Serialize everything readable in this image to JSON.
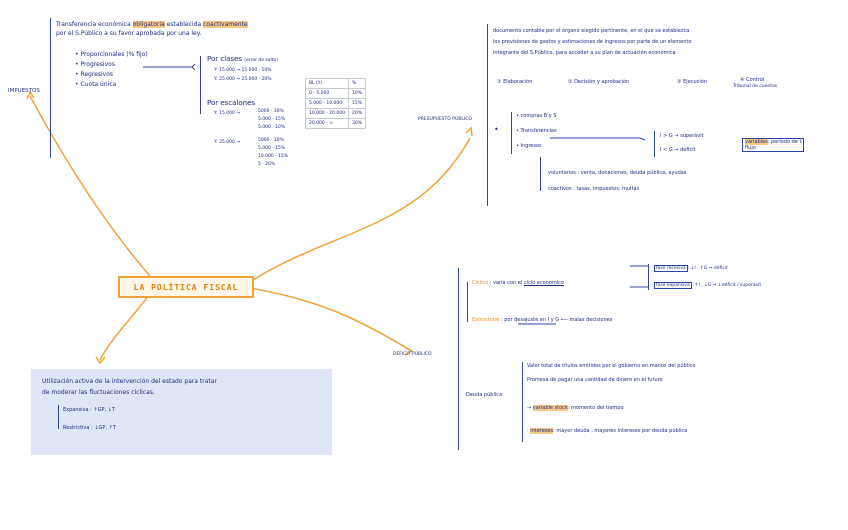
{
  "center": "LA POLÍTICA FISCAL",
  "impuestos": {
    "label": "IMPUESTOS",
    "definition_1": "Transferencia económica",
    "definition_2": "obligatoria",
    "definition_3": "establecida",
    "definition_4": "coactivamente",
    "definition_line2": "por el S.Público a su favor aprobada por una ley.",
    "types": [
      "Proporcionales (% fijo)",
      "Progresivos",
      "Regresivos",
      "Cuota única"
    ],
    "por_clases_title": "Por clases",
    "por_clases_note": "(error de salto)",
    "por_clases_rows": [
      "Y: 15.000 → 15.000 · 10%",
      "Y: 25.000 → 25.000 · 20%"
    ],
    "por_escalones_title": "Por escalones",
    "esc1_label": "Y: 15.000 →",
    "esc1_rows": [
      "5000 · 10%",
      "5.000 · 15%",
      "5.000 · 10%"
    ],
    "esc2_label": "Y: 25.000 →",
    "esc2_rows": [
      "5000 · 10%",
      "5.000 · 15%",
      "10.000 · 15%",
      "5 · 20%"
    ],
    "table_header": [
      "BL (Y)",
      "%"
    ],
    "table_rows": [
      [
        "0 - 5.000",
        "10%"
      ],
      [
        "5.000 - 10.000",
        "15%"
      ],
      [
        "10.000 - 20.000",
        "20%"
      ],
      [
        "20.000 - ∞",
        "30%"
      ]
    ]
  },
  "presupuesto": {
    "label": "PRESUPUESTO PÚBLICO",
    "line1": "documento contable por el órgano elegido pertinente, en el que se establezca",
    "line2": "los previsiones de gastos y estimaciones de ingresos por parte de un elemento",
    "line3": "integrante del S.Público, para acceder a su plan de actuación económica",
    "phases": [
      "① Elaboración",
      "② Decisión y aprobación",
      "③ Ejecución",
      "④ Control"
    ],
    "phase4_sub": "Tribunal de cuentas",
    "items": [
      "compras B y S",
      "Transferencias",
      "Ingresos"
    ],
    "ig_rows": [
      "I > G → superávit",
      "I < G → déficit"
    ],
    "variables_label": "variables",
    "variables_text": ": periodo de t",
    "flujo": "flujo",
    "voluntarios": "voluntarios : venta, donaciones, deuda pública, ayudas",
    "coactivos": "coactivos : tasas, impuestos, multas"
  },
  "intervencion": {
    "text_line1": "Utilización activa de la intervención del estado para tratar",
    "text_line2": "de moderar las fluctuaciones cíclicas.",
    "expansiva": "Expansiva : ↑GP, ↓T",
    "restrictiva": "Restrictiva : ↓GP, ↑T"
  },
  "deficit": {
    "label": "DÉFICIT PÚBLICO",
    "ciclico_label": "Cíclico",
    "ciclico_text": ": varía con el",
    "ciclo_economico": "ciclo económico",
    "fase_recesiva": "fase recesiva",
    "fase_recesiva_text": ": ↓I , ↑G ⇒ déficit",
    "fase_expansiva": "fase expansiva",
    "fase_expansiva_text": ": ↑I , ↓G ⇒ ↓déficit / superávit",
    "estructural_label": "Estructural",
    "estructural_text": ": por desajuste en I y G ⟵ malas decisiones",
    "deuda_label": "Deuda pública",
    "deuda_1": "Valor total de títulos emitidos por el gobierno en manos del público",
    "deuda_2": "Promesa de pagar una cantidad de dinero en el futuro",
    "stock_label": "variable stock",
    "stock_text": ": momento del tiempo",
    "intereses_label": "intereses",
    "intereses_text": ": mayor deuda , mayores intereses por deuda pública"
  },
  "colors": {
    "ink": "#1d2b7e",
    "orange": "#f2a23c",
    "highlight": "#f9c987",
    "box": "#dfe6f5"
  }
}
